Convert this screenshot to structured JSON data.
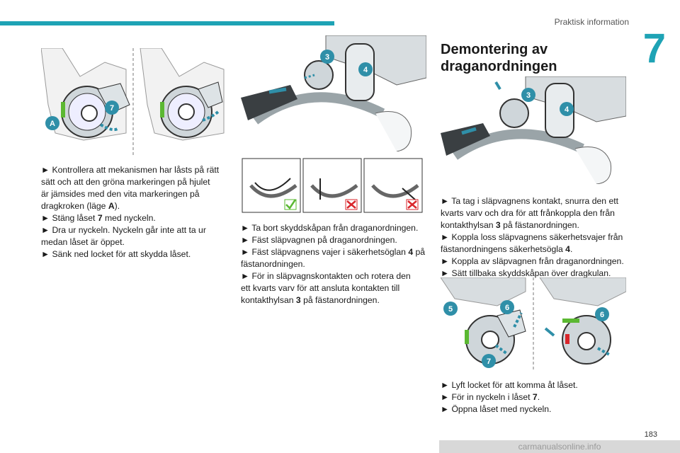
{
  "header": {
    "section": "Praktisk information",
    "chapter_number": "7"
  },
  "figure_labels": {
    "fig1_left": "A",
    "fig1_right": "7",
    "fig2_a": "3",
    "fig2_b": "4",
    "fig3_a": "3",
    "fig3_b": "4",
    "fig4_a": "5",
    "fig4_b": "6",
    "fig4_c": "7",
    "fig4_d": "6"
  },
  "col1": {
    "lines": [
      "► Kontrollera att mekanismen har låsts på rätt",
      "sätt och att den gröna markeringen på hjulet",
      "är jämsides med den vita markeringen på",
      "► Stäng låset ",
      "► Dra ur nyckeln. Nyckeln går inte att ta ur",
      "medan låset är öppet.",
      "► Sänk ned locket för att skydda låset."
    ],
    "drag_pre": "dragkroken (läge ",
    "drag_bold": "A",
    "drag_post": ").",
    "close_bold": "7",
    "close_post": " med nyckeln."
  },
  "col2": {
    "l1": "► Ta bort skyddskåpan från draganordningen.",
    "l2": "► Fäst släpvagnen på draganordningen.",
    "l3_pre": "► Fäst släpvagnens vajer i säkerhetsöglan ",
    "l3_bold": "4",
    "l3_post": " på",
    "l4": "fästanordningen.",
    "l5": "► För in släpvagnskontakten och rotera den",
    "l6": "ett kvarts varv för att ansluta kontakten till",
    "l7_pre": "kontakthylsan ",
    "l7_bold": "3",
    "l7_post": " på fästanordningen."
  },
  "col3": {
    "heading_line1": "Demontering av",
    "heading_line2": "draganordningen",
    "l1": "► Ta tag i släpvagnens kontakt, snurra den ett",
    "l2": "kvarts varv och dra för att frånkoppla den från",
    "l3_pre": "kontakthylsan ",
    "l3_bold": "3",
    "l3_post": " på fästanordningen.",
    "l4": "► Koppla loss släpvagnens säkerhetsvajer från",
    "l5_pre": "fästanordningens säkerhetsögla ",
    "l5_bold": "4",
    "l5_post": ".",
    "l6": "► Koppla av släpvagnen från draganordningen.",
    "l7": "► Sätt tillbaka skyddskåpan över dragkulan.",
    "l8": "► Lyft locket för att komma åt låset.",
    "l9_pre": "► För in nyckeln i låset ",
    "l9_bold": "7",
    "l9_post": ".",
    "l10": "► Öppna låset med nyckeln."
  },
  "footer": {
    "page_number": "183",
    "watermark": "carmanualsonline.info"
  },
  "colors": {
    "accent": "#1ea3b5",
    "callout": "#2f8fa8",
    "ok": "#5bb832",
    "bad": "#d9262b"
  }
}
